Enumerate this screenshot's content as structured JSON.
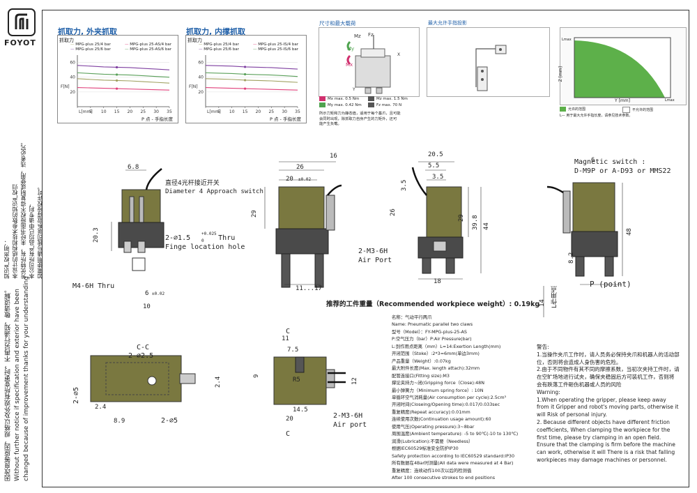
{
  "brand": {
    "name": "FOYOT"
  },
  "left_notes": {
    "cn_title": "知识产权声明：",
    "cn_line1": "本设计的结构和技术参数的知识产权归",
    "cn_line2": "芳优特所有，未经书面授权不得复制或使用，违者必究。",
    "cn_line3": "本公司所有产品均已申请专利，",
    "cn_line4": "如需使用请与我司联系取得授权许可。",
    "cn_notice": "因改良等原因，规格以及外观有所变更时，不再另行通知，敬请谅解。",
    "en_notice1": "Without further notice if specification and exterior have been",
    "en_notice2": "changed because of improvement thanks for your understanding"
  },
  "chart1": {
    "title": "抓取力, 外夹抓取",
    "ylabel_top": "抓取力",
    "yaxis_unit": "F[N]",
    "xaxis_unit": "L[mm]",
    "footer": "P 点 - 手指长度",
    "legend": [
      "MPG-plus 25/4 bar",
      "MPG-plus 25/6 bar",
      "MPG-plus 25-AS/4 bar",
      "MPG-plus 25-AS/6 bar"
    ]
  },
  "chart2": {
    "title": "抓取力, 内撑抓取",
    "ylabel_top": "抓取力",
    "yaxis_unit": "F[N]",
    "xaxis_unit": "L[mm]",
    "footer": "P 点 - 手指长度",
    "legend": [
      "MPG-plus 25/4 bar",
      "MPG-plus 25/6 bar",
      "MPG-plus 25-IS/4 bar",
      "MPG-plus 25-IS/6 bar"
    ]
  },
  "chart_data": [
    {
      "type": "line",
      "title": "抓取力, 外夹抓取",
      "ylabel": "F[N]",
      "xlabel": "L[mm]",
      "x": [
        0,
        5,
        10,
        15,
        20,
        25,
        30,
        35
      ],
      "xticks": [
        0,
        5,
        10,
        15,
        20,
        25,
        30,
        35
      ],
      "yticks": [
        20,
        40,
        60
      ],
      "ylim": [
        0,
        70
      ],
      "xlim": [
        0,
        35
      ],
      "series": [
        {
          "name": "MPG-plus 25/4 bar",
          "color": "#a0a060",
          "values": [
            38,
            37,
            36,
            35.5,
            35,
            34,
            33,
            32
          ]
        },
        {
          "name": "MPG-plus 25/6 bar",
          "color": "#7e3fa0",
          "values": [
            56,
            55,
            54,
            53.5,
            53,
            52,
            51,
            50
          ]
        },
        {
          "name": "MPG-plus 25-AS/4 bar",
          "color": "#e0407a",
          "values": [
            26,
            25.5,
            25,
            24.5,
            24,
            23.5,
            23,
            22.5
          ]
        },
        {
          "name": "MPG-plus 25-AS/6 bar",
          "color": "#5aa05a",
          "values": [
            46,
            45,
            44,
            43.5,
            43,
            42,
            41,
            40
          ]
        }
      ]
    },
    {
      "type": "line",
      "title": "抓取力, 内撑抓取",
      "ylabel": "F[N]",
      "xlabel": "L[mm]",
      "x": [
        0,
        5,
        10,
        15,
        20,
        25,
        30,
        35
      ],
      "xticks": [
        0,
        5,
        10,
        15,
        20,
        25,
        30,
        35
      ],
      "yticks": [
        20,
        40,
        60
      ],
      "ylim": [
        0,
        70
      ],
      "xlim": [
        0,
        35
      ],
      "series": [
        {
          "name": "MPG-plus 25/4 bar",
          "color": "#a0a060",
          "values": [
            38,
            37.5,
            37,
            36,
            35.5,
            35,
            34,
            33
          ]
        },
        {
          "name": "MPG-plus 25/6 bar",
          "color": "#7e3fa0",
          "values": [
            56,
            55.5,
            55,
            54,
            53.5,
            53,
            52,
            51
          ]
        },
        {
          "name": "MPG-plus 25-IS/4 bar",
          "color": "#e0407a",
          "values": [
            26,
            25.5,
            25,
            24.5,
            24,
            23.5,
            23,
            22.5
          ]
        },
        {
          "name": "MPG-plus 25-IS/6 bar",
          "color": "#5aa05a",
          "values": [
            46,
            45.5,
            45,
            44,
            43.5,
            43,
            42,
            41
          ]
        }
      ]
    }
  ],
  "loads": {
    "title": "尺寸和最大载荷",
    "items": [
      {
        "color": "#d0306e",
        "label": "Mx max. 0.5 Nm"
      },
      {
        "color": "#555555",
        "label": "Mz max. 1.5 Nm"
      },
      {
        "color": "#4fa34f",
        "label": "My max. 0.42 Nm"
      },
      {
        "color": "#555555",
        "label": "Fz max. 70 N"
      }
    ],
    "note1": "所示力矩和力为静态值，适用于每个基爪，且可能",
    "note2": "会同时出现，除抓取力自身产生的力矩外，还可",
    "note3": "能产生负载。"
  },
  "finger": {
    "title": "最大允许手指投影"
  },
  "area_chart": {
    "ylabel": "Z [mm]",
    "xlabel": "Y [mm]",
    "ymax": "Lmax",
    "xmax": "Lmax",
    "legend_allowed": "允许的范围",
    "legend_forbidden": "不允许的范围",
    "note": "L— 用于最大允许手指长度，请参见技术参数。"
  },
  "drawing": {
    "switch_cn": "直径4光杆接近开关",
    "switch_en": "Diameter 4 Approach switch",
    "thru_label": "2-∅1.5",
    "thru_tol_top": "+0.025",
    "thru_tol_bot": "0",
    "thru_word": "Thru",
    "fingehole": "Finge location hole",
    "m4": "M4-6H Thru",
    "air1": "2-M3-6H",
    "air1b": "Air Port",
    "air2": "2-M3-6H",
    "air2b": "Air port",
    "mag1": "Magnetic switch :",
    "mag2": "D-M9P or A-D93 or MMS22",
    "ppoint": "P  (point)",
    "lpoint": "L作用点",
    "cc": "C-C",
    "dia25": "2-∅2.5",
    "dia5a": "2-∅5",
    "dia5b": "2-∅5",
    "r5": "R5",
    "weight": "推荐的工件重量（Recommended workpiece weight）: 0.19kg"
  },
  "spec": {
    "lines": [
      "名称：气动平行两爪",
      "Name: Pneumatic parallel two claws",
      "型号（Model）：FY-MPG-plus-25-AS",
      "P:空气压力（bar）P:Air Pressure(bar)",
      "L:到作用点距离（mm）L=14:Exertion Length(mm)",
      "开闭范围（Stoke）:2*3=6mm(单边3mm)",
      "产品重量（Weight）:0.07kg",
      "最大附件长度(Max. length attach):32mm",
      "配管连接口(Fitting size):M3",
      "撑论夹持力~闭(Gripping force（Close):48N",
      "最小弹簧力（Minimum spring force）: 10N",
      "单循环空气消耗量(Air consumption per cycle):2.5cm³",
      "开闭时间(Closeing/Opening time):0.017/0.033sec",
      "重复精度(Repeat accuracy):0.01mm",
      "连续使用次数(Continuation usage amount):60",
      "使用气压(Operating pressure):3~8bar",
      "周围温度(Ambient temperature): -5 to 90℃(-10 to 130℃)",
      "润滑(Lubrication):不需要（Needless）",
      "根据IEC60529标准安全防护IP30",
      "Safety protection according to IEC60529 standard:IP30",
      "所有数据在4Bar时测量(All data were measured at 4 Bar)",
      "重复精度：连续动作100次以后的检测值",
      "After 100 consecutive strokes to end positions"
    ]
  },
  "warning": {
    "title": "警告:",
    "cn1": "1.当操作夹爪工作时，请人员务必保持夹爪和机器人的活动部位，否则将会造成人身伤害的危险。",
    "cn2": "2.由于不同物件有其不同的摩擦系数，当初次夹持工件时，请在空旷场地进行试夹，确保夹稳固后方可装机工作，否则将会有跌落工件砸伤机器或人员的风险",
    "en_title": "Warning:",
    "en1": "1.When operating the gripper, please keep away from it Gripper and robot's moving parts, otherwise it will Risk of personal injury.",
    "en2": "2. Because different objects have different friction coefficients, When clamping the workpiece for the first time, please try clamping in an open field. Ensure that the clamping is firm before the machine can work, otherwise it will There is a risk that falling workpieces may damage machines or personnel."
  }
}
